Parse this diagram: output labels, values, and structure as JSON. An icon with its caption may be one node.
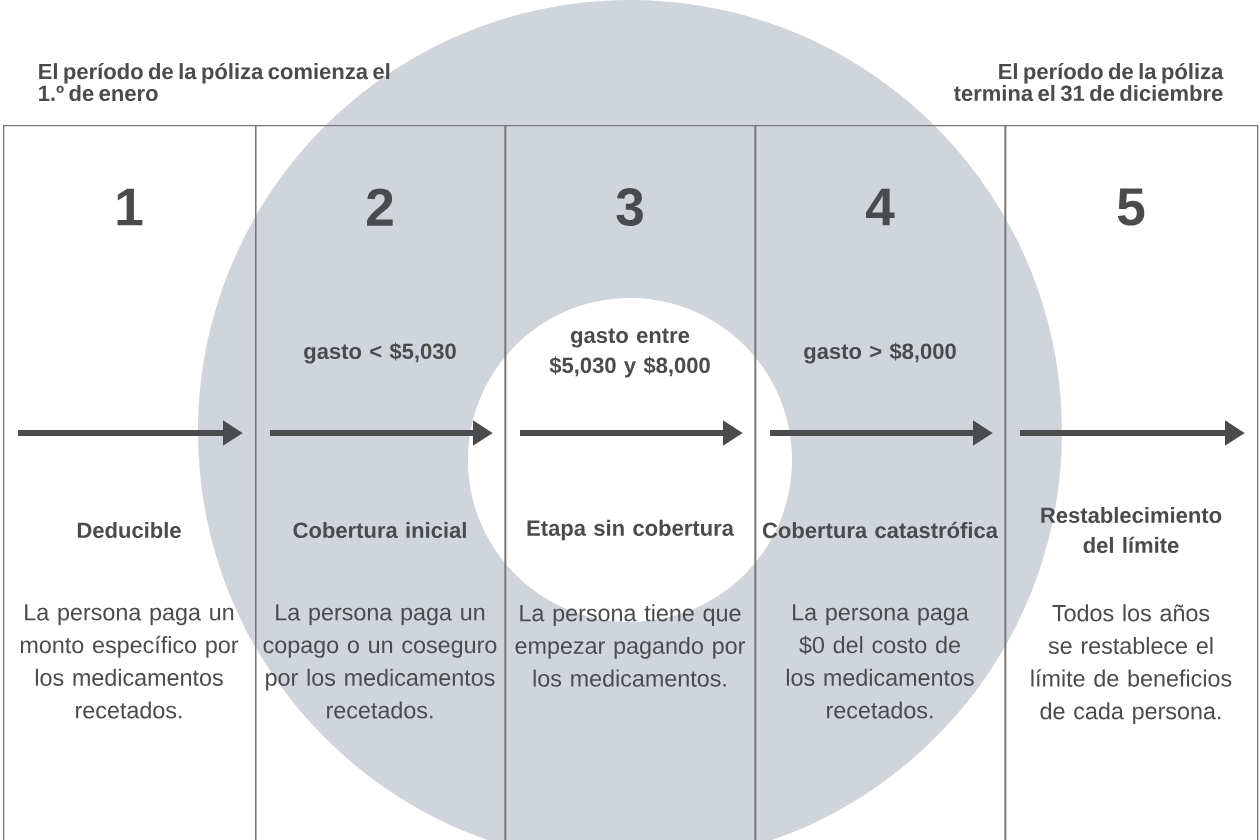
{
  "diagram": {
    "nodes": [
      {
        "text": [
          "1",
          "Deducible",
          "La persona paga un monto específico por los medicamentos recetados."
        ]
      },
      {
        "text": [
          "2",
          "gasto < $5,030",
          "Cobertura inicial",
          "La persona paga un copago o un coseguro por los medicamentos recetados."
        ]
      },
      {
        "text": [
          "3",
          "gasto entre $5,030 y $8,000",
          "Etapa sin cobertura",
          "La persona tiene que empezar pagando por los medicamentos."
        ]
      },
      {
        "text": [
          "4",
          "gasto > $8,000",
          "Cobertura catastrófica",
          "La persona paga $0 del costo de los medicamentos recetados."
        ]
      },
      {
        "text": [
          "5",
          "Restablecimiento del límite",
          "Todos los años se restablece el límite de beneficios de cada persona."
        ]
      }
    ],
    "labels": [
      "El período de la póliza comienza el 1.º de enero",
      "El período de la póliza termina el 31 de diciembre"
    ]
  }
}
